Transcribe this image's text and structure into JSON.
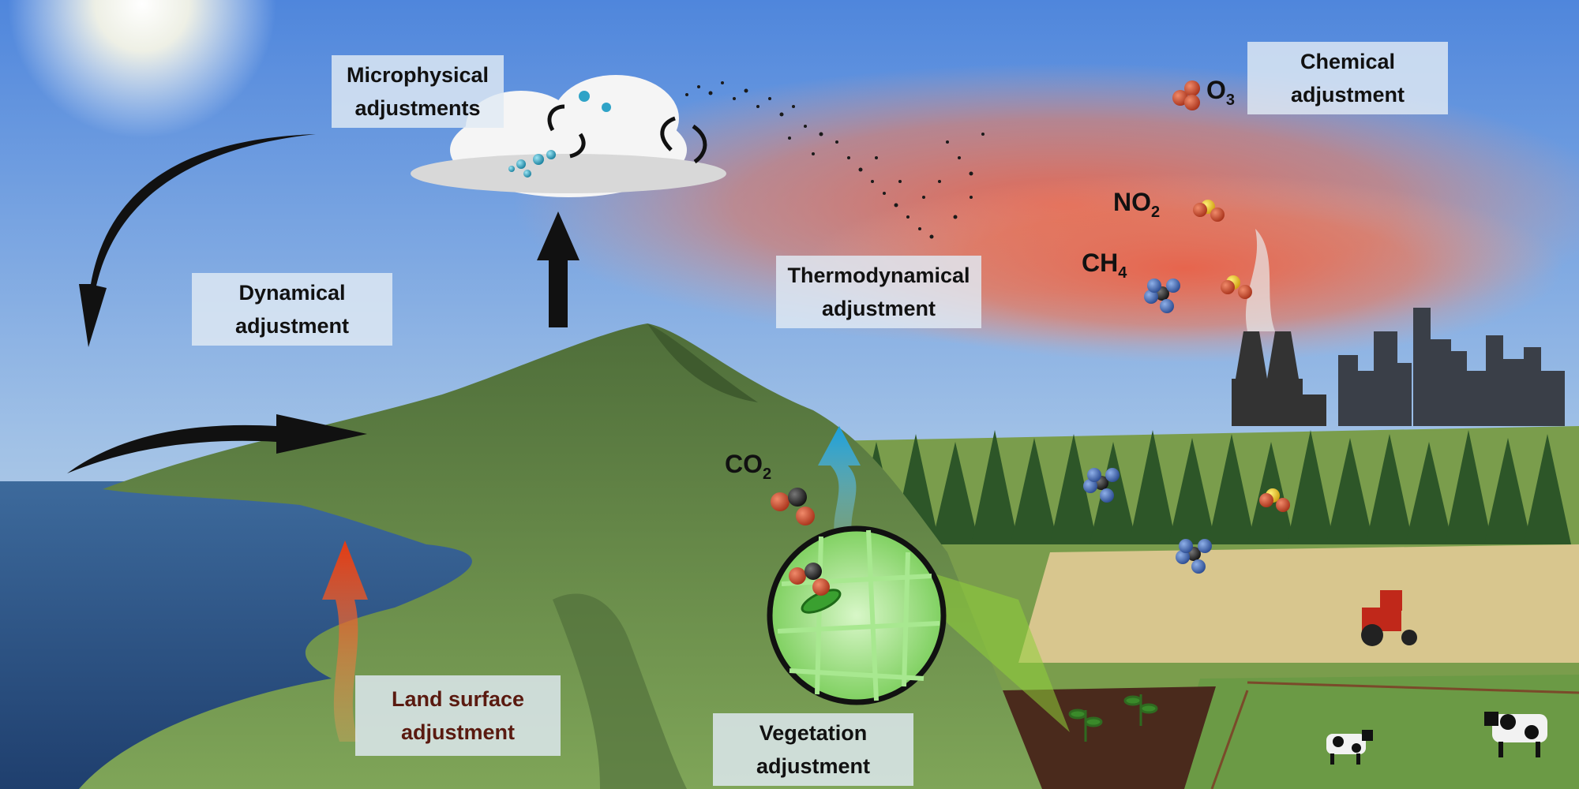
{
  "labels": {
    "microphysical": [
      "Microphysical",
      "adjustments"
    ],
    "chemical": [
      "Chemical",
      "adjustment"
    ],
    "dynamical": [
      "Dynamical",
      "adjustment"
    ],
    "thermodynamical": [
      "Thermodynamical",
      "adjustment"
    ],
    "land_surface": [
      "Land surface",
      "adjustment"
    ],
    "vegetation": [
      "Vegetation",
      "adjustment"
    ]
  },
  "species": {
    "o3": {
      "base": "O",
      "sub": "3"
    },
    "no2": {
      "base": "NO",
      "sub": "2"
    },
    "ch4": {
      "base": "CH",
      "sub": "4"
    },
    "co2": {
      "base": "CO",
      "sub": "2"
    }
  },
  "colors": {
    "sky_top": "#4f86dc",
    "sky_bottom": "#c9dcee",
    "pollution_red": "#e8634a",
    "ocean": "#2f5a8c",
    "land_green": "#6f9a4a",
    "forest": "#2f5a2a",
    "field": "#d9c98f",
    "warm_arrow": "#e9541e",
    "vapor_arrow": "#29a8e0",
    "black_arrow": "#111111"
  },
  "icons": [
    "sun-icon",
    "cloud-icon",
    "snowflake-icon",
    "droplet-icon",
    "aerosol-particles-icon",
    "molecule-icon",
    "factory-icon",
    "city-skyline-icon",
    "tractor-icon",
    "cow-icon",
    "seedling-icon",
    "leaf-cell-magnifier-icon"
  ]
}
